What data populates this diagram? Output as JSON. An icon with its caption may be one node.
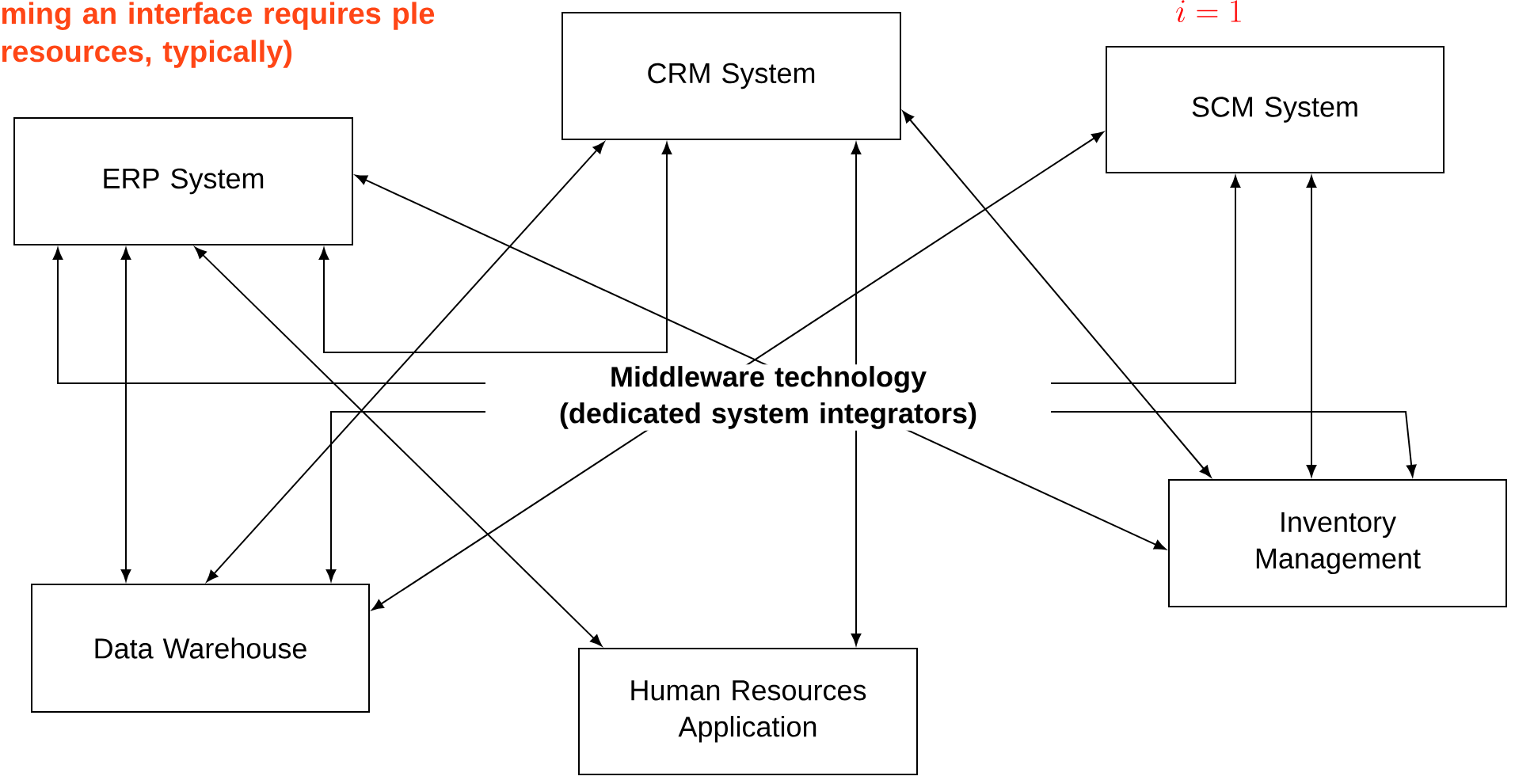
{
  "diagram": {
    "nodes": [
      {
        "text": [
          "ERP System"
        ]
      },
      {
        "text": [
          "CRM System"
        ]
      },
      {
        "text": [
          "SCM System"
        ]
      },
      {
        "text": [
          "Inventory Management"
        ]
      },
      {
        "text": [
          "Data Warehouse"
        ]
      },
      {
        "text": [
          "Human Resources Application"
        ]
      }
    ],
    "edges": [
      {
        "from": 0,
        "to": 1,
        "arrow": "both"
      },
      {
        "from": 0,
        "to": 2,
        "arrow": "both"
      },
      {
        "from": 0,
        "to": 4,
        "arrow": "both"
      },
      {
        "from": 0,
        "to": 5,
        "arrow": "both"
      },
      {
        "from": 0,
        "to": 3,
        "arrow": "both"
      },
      {
        "from": 1,
        "to": 4,
        "arrow": "both"
      },
      {
        "from": 1,
        "to": 5,
        "arrow": "both"
      },
      {
        "from": 1,
        "to": 3,
        "arrow": "both"
      },
      {
        "from": 2,
        "to": 4,
        "arrow": "both"
      },
      {
        "from": 2,
        "to": 3,
        "arrow": "both"
      },
      {
        "from": 4,
        "to": 3,
        "arrow": "both"
      }
    ],
    "labels": [
      "ming an interface requires ple resources, typically)",
      "i=1",
      "Middleware technology (dedicated system integrators)"
    ]
  }
}
